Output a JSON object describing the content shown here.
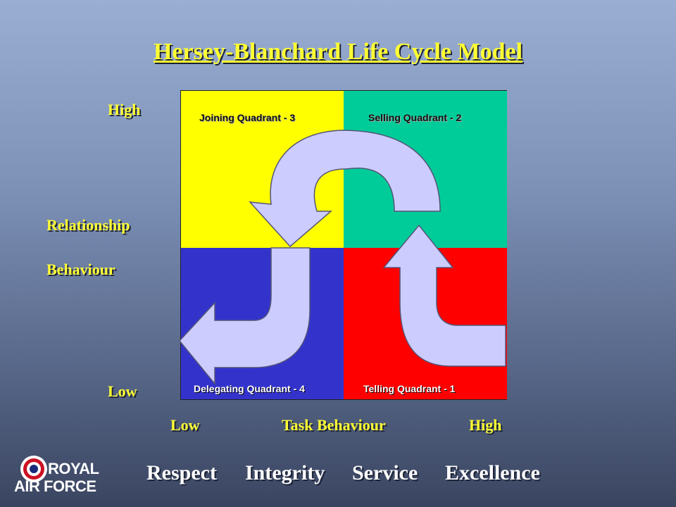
{
  "title": "Hersey-Blanchard Life Cycle Model",
  "y_axis": {
    "high": "High",
    "low": "Low",
    "label_line1": "Relationship",
    "label_line2": "Behaviour"
  },
  "x_axis": {
    "low": "Low",
    "label": "Task Behaviour",
    "high": "High"
  },
  "quadrants": {
    "q3": {
      "label": "Joining Quadrant - 3",
      "color": "#ffff00"
    },
    "q2": {
      "label": "Selling Quadrant - 2",
      "color": "#00cc99"
    },
    "q4": {
      "label": "Delegating Quadrant - 4",
      "color": "#3333cc"
    },
    "q1": {
      "label": "Telling Quadrant - 1",
      "color": "#ff0000"
    }
  },
  "arrow_color": "#ccccff",
  "footer": {
    "value1": "Respect",
    "value2": "Integrity",
    "value3": "Service",
    "value4": "Excellence"
  },
  "logo": {
    "line1": "ROYAL",
    "line2": "AIR FORCE"
  }
}
